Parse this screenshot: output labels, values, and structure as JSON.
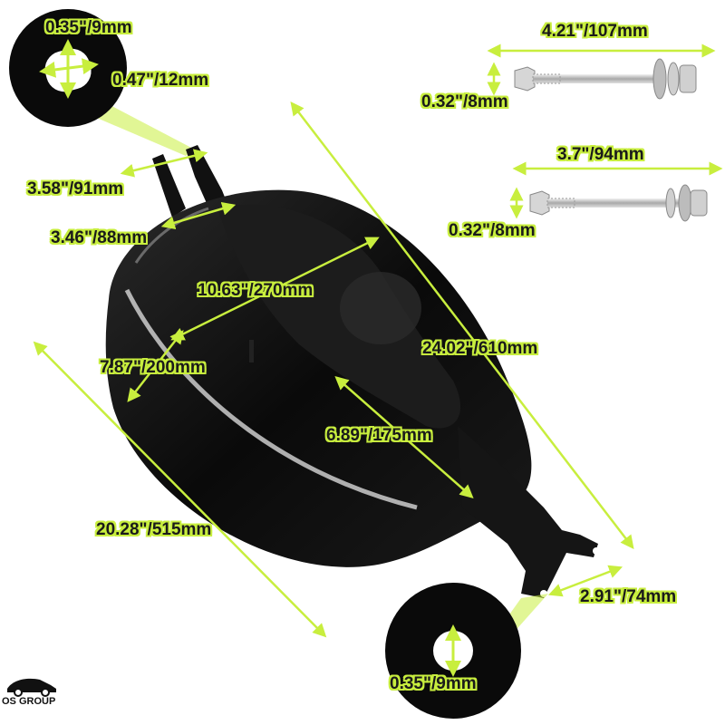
{
  "colors": {
    "accent": "#c8ee3e",
    "tank": "#0b0b0b",
    "bolt": "#c9c9c9"
  },
  "labels": {
    "top_hole_height": "0.35\"/9mm",
    "top_hole_width": "0.47\"/12mm",
    "long_bolt_length": "4.21\"/107mm",
    "long_bolt_diameter": "0.32\"/8mm",
    "short_bolt_length": "3.7\"/94mm",
    "short_bolt_diameter": "0.32\"/8mm",
    "bracket_outer": "3.58\"/91mm",
    "bracket_inner": "3.46\"/88mm",
    "tank_width": "10.63\"/270mm",
    "tank_height": "7.87\"/200mm",
    "tank_length": "24.02\"/610mm",
    "tunnel_length": "6.89\"/175mm",
    "side_length": "20.28\"/515mm",
    "rear_bracket_width": "2.91\"/74mm",
    "rear_hole": "0.35\"/9mm"
  },
  "brand": {
    "name": "OS GROUP"
  }
}
